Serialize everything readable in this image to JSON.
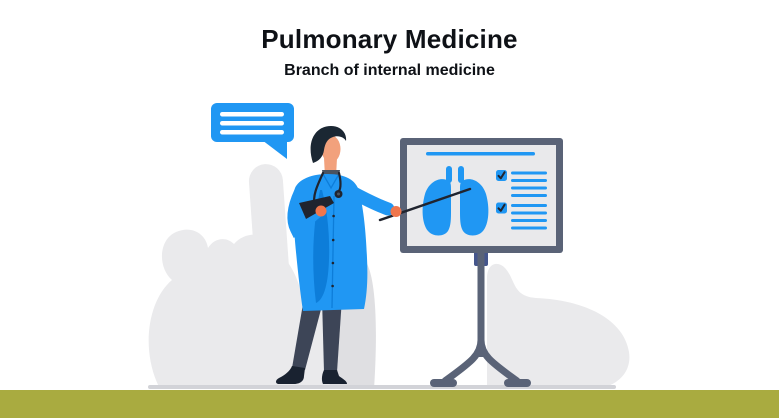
{
  "header": {
    "title": "Pulmonary Medicine",
    "subtitle": "Branch of internal medicine"
  },
  "colors": {
    "text": "#0E1116",
    "accent_blue": "#2097F3",
    "dark_blue": "#0D7DD9",
    "slate": "#5A6377",
    "navy": "#1B2733",
    "ink": "#20242F",
    "pants": "#3D4557",
    "shoe": "#192230",
    "skin": "#F2A17C",
    "hand": "#F0764C",
    "shirt": "#4A5360",
    "board_bg": "#E9E9EB",
    "blob_light": "#EAEAEC",
    "blob_mid": "#DFDFE2",
    "ground": "#D2D3D8",
    "stand_connector": "#45568C",
    "footer_green": "#A9AB40",
    "white": "#FFFFFF"
  },
  "icons": {
    "speech-bubble-icon": "rounded rectangle with 3 white lines and tail",
    "lungs-icon": "two blue lung lobes with trachea",
    "checkbox-checked-icon": "✔",
    "pointer-stick-icon": "thin black rod",
    "stethoscope-icon": "tube with chest piece"
  },
  "board": {
    "checklist_groups": 2,
    "lines_per_group": 4,
    "checked": [
      true,
      true
    ]
  }
}
